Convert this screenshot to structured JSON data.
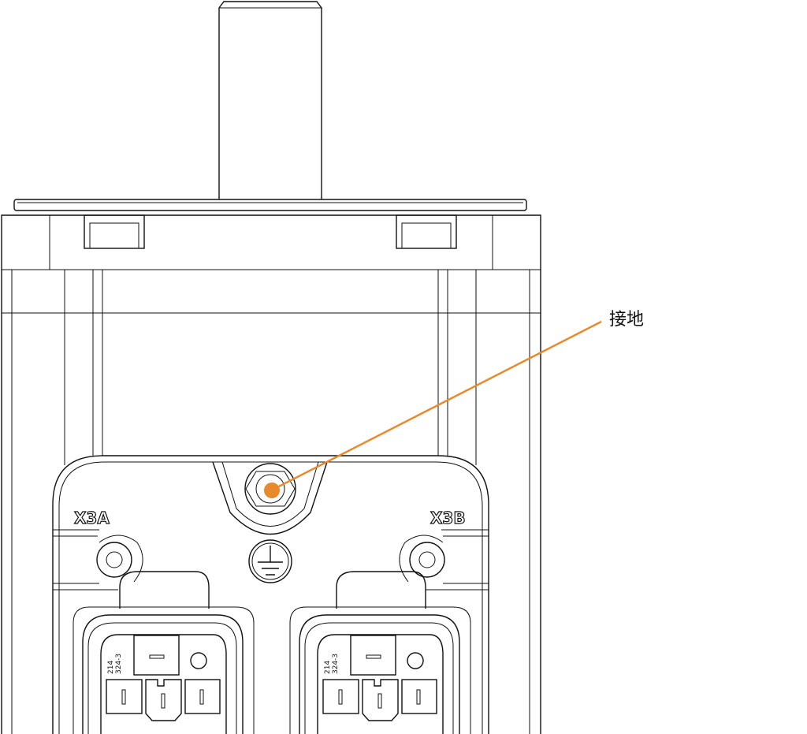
{
  "callout": {
    "label": "接地",
    "color": "#e8892b"
  },
  "connectors": [
    {
      "label": "X3A",
      "code_line1": "214",
      "code_line2": "324-3"
    },
    {
      "label": "X3B",
      "code_line1": "214",
      "code_line2": "324-3"
    }
  ],
  "icons": {
    "ground": "ground-symbol-icon",
    "screw": "torx-screw-icon"
  }
}
